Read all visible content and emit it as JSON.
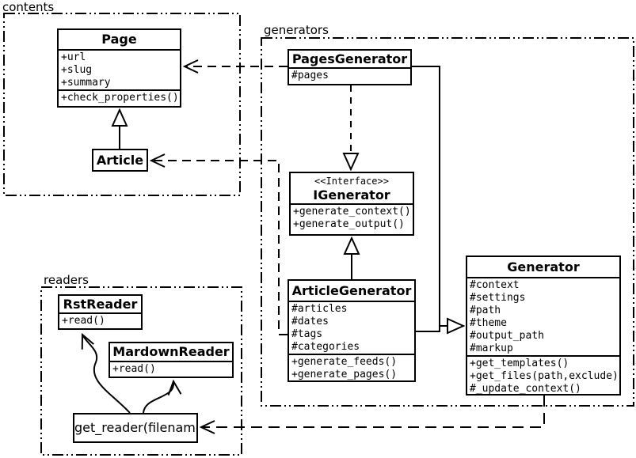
{
  "packages": {
    "contents": "contents",
    "generators": "generators",
    "readers": "readers"
  },
  "classes": {
    "page": {
      "name": "Page",
      "attrs": [
        "+url",
        "+slug",
        "+summary"
      ],
      "methods": [
        "+check_properties()"
      ]
    },
    "article": {
      "name": "Article"
    },
    "pagesGenerator": {
      "name": "PagesGenerator",
      "attrs": [
        "#pages"
      ]
    },
    "iGenerator": {
      "stereotype": "<<Interface>>",
      "name": "IGenerator",
      "methods": [
        "+generate_context()",
        "+generate_output()"
      ]
    },
    "articleGenerator": {
      "name": "ArticleGenerator",
      "attrs": [
        "#articles",
        "#dates",
        "#tags",
        "#categories"
      ],
      "methods": [
        "+generate_feeds()",
        "+generate_pages()"
      ]
    },
    "generator": {
      "name": "Generator",
      "attrs": [
        "#context",
        "#settings",
        "#path",
        "#theme",
        "#output_path",
        "#markup"
      ],
      "methods": [
        "+get_templates()",
        "+get_files(path,exclude)",
        "#_update_context()"
      ]
    },
    "rstReader": {
      "name": "RstReader",
      "methods": [
        "+read()"
      ]
    },
    "mardownReader": {
      "name": "MardownReader",
      "methods": [
        "+read()"
      ]
    },
    "getReader": {
      "name": "get_reader(filename)"
    }
  },
  "colors": {
    "line": "#000000",
    "background": "#ffffff"
  }
}
